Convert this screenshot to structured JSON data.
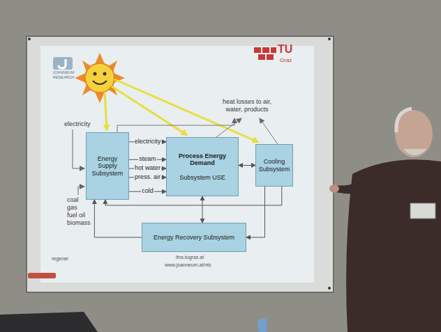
{
  "diagram": {
    "nodes": [
      {
        "text": [
          "Energy Supply Subsystem"
        ]
      },
      {
        "text": [
          "Process Energy Demand",
          "Subsystem USE"
        ]
      },
      {
        "text": [
          "Cooling Subsystem"
        ]
      },
      {
        "text": [
          "Energy Recovery Subsystem"
        ]
      }
    ],
    "edges": [
      {
        "from": 0,
        "to": 1,
        "label": "electricity",
        "arrow": "to"
      },
      {
        "from": 0,
        "to": 1,
        "label": "steam",
        "arrow": "to"
      },
      {
        "from": 0,
        "to": 1,
        "label": "hot water",
        "arrow": "to"
      },
      {
        "from": 0,
        "to": 1,
        "label": "press. air",
        "arrow": "to"
      },
      {
        "from": 0,
        "to": 1,
        "label": "cold",
        "arrow": "to"
      },
      {
        "from": 1,
        "to": 2,
        "arrow": "both"
      },
      {
        "from": 2,
        "to": 0,
        "arrow": "to"
      },
      {
        "from": 1,
        "to": 3,
        "arrow": "both"
      },
      {
        "from": 3,
        "to": 0,
        "arrow": "to"
      },
      {
        "from": 2,
        "to": 3,
        "arrow": "to"
      }
    ],
    "labels": [
      "JOANNEUM RESEARCH",
      "TU",
      "Graz",
      "heat losses to air, water, products",
      "electricity",
      "coal",
      "gas",
      "fuel oil",
      "biomass",
      "regener",
      "ifns.tugraz.at",
      "www.joanneum.at/nts"
    ]
  }
}
